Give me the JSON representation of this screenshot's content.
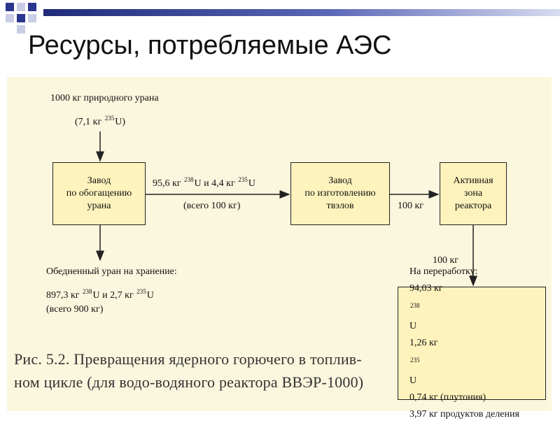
{
  "slide": {
    "title": "Ресурсы, потребляемые АЭС",
    "accent_color": "#2a3590"
  },
  "diagram": {
    "input_label": {
      "line1": "1000 кг природного урана",
      "line2_pre": "(7,1 кг ",
      "line2_sup": "235",
      "line2_post": "U)"
    },
    "enrichment_plant": {
      "lines": [
        "Завод",
        "по обогащению",
        "урана"
      ]
    },
    "fuel_plant": {
      "lines": [
        "Завод",
        "по изготовлению",
        "твэлов"
      ]
    },
    "reactor_core": {
      "lines": [
        "Активная",
        "зона",
        "реактора"
      ]
    },
    "flow_enrich_to_fuel": {
      "a": "95,6 кг ",
      "sup1": "238",
      "b": "U и 4,4 кг ",
      "sup2": "235",
      "c": "U",
      "total": "(всего 100 кг)"
    },
    "flow_fuel_to_core": "100 кг",
    "flow_core_down": "100 кг",
    "depleted": {
      "line1": "Обедненный уран на хранение:",
      "a": "897,3 кг ",
      "sup1": "238",
      "b": "U и 2,7 кг ",
      "sup2": "235",
      "c": "U",
      "total": "(всего 900 кг)"
    },
    "reprocessing": {
      "line1": "На переработку:",
      "line2_pre": "94,03 кг ",
      "line2_sup": "238",
      "line2_post": "U",
      "line3_pre": "1,26 кг ",
      "line3_sup": "235",
      "line3_post": "U",
      "line4": "0,74 кг (плутония)",
      "line5": "3,97 кг продуктов деления"
    },
    "caption": {
      "line1": "Рис. 5.2. Превращения ядерного горючего в топлив-",
      "line2": "ном цикле (для водо-водяного реактора ВВЭР-1000)"
    }
  }
}
